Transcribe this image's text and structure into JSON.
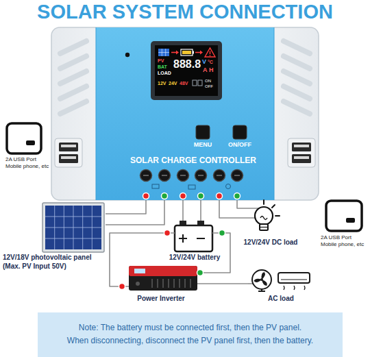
{
  "diagram": {
    "title": "SOLAR SYSTEM CONNECTION",
    "nodes": [
      {
        "text": [
          "SOLAR CHARGE CONTROLLER"
        ]
      },
      {
        "text": [
          "PV",
          "BAT",
          "LOAD",
          "888.8",
          "V",
          "°C",
          "A",
          "H",
          "12V",
          "24V",
          "48V",
          "ON",
          "OFF"
        ],
        "in": 0
      },
      {
        "text": [
          "MENU"
        ],
        "in": 0
      },
      {
        "text": [
          "ON/OFF"
        ],
        "in": 0
      },
      {
        "text": [
          "2A USB Port Mobile phone, etc"
        ]
      },
      {
        "text": [
          "2A USB Port Mobile phone, etc"
        ]
      },
      {
        "text": [
          "12V/18V photovoltaic panel (Max. PV Input 50V)"
        ]
      },
      {
        "text": [
          "12V/24V battery"
        ]
      },
      {
        "text": [
          "12V/24V DC load"
        ]
      },
      {
        "text": [
          "Power Inverter"
        ]
      },
      {
        "text": [
          "AC load"
        ]
      },
      {
        "text": [
          "Note: The battery must be connected first, then the PV panel.",
          "When disconnecting, disconnect the PV panel first, then the battery."
        ]
      }
    ],
    "edges": [
      {
        "from": 6,
        "to": 0,
        "arrow": "none"
      },
      {
        "from": 6,
        "to": 0,
        "arrow": "none"
      },
      {
        "from": 7,
        "to": 0,
        "arrow": "none"
      },
      {
        "from": 7,
        "to": 0,
        "arrow": "none"
      },
      {
        "from": 8,
        "to": 0,
        "arrow": "none"
      },
      {
        "from": 8,
        "to": 0,
        "arrow": "none"
      },
      {
        "from": 7,
        "to": 9,
        "arrow": "none"
      },
      {
        "from": 7,
        "to": 9,
        "arrow": "none"
      },
      {
        "from": 9,
        "to": 10,
        "arrow": "none"
      }
    ]
  }
}
